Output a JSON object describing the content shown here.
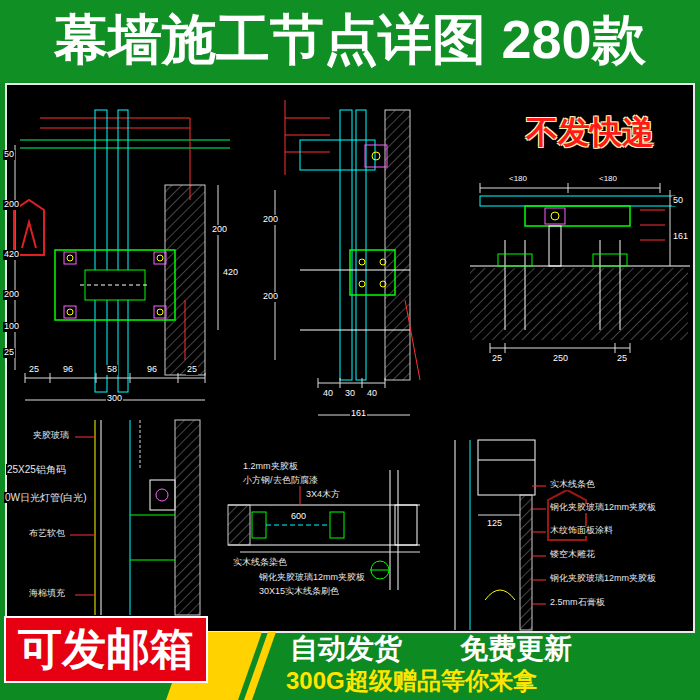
{
  "diagram": {
    "title": "幕墙施工节点详图 280款",
    "nodes": [
      {
        "text": [
          "不发快递"
        ]
      },
      {
        "text": [
          "可发邮箱"
        ]
      }
    ],
    "labels": [
      "25",
      "96",
      "58",
      "96",
      "25",
      "300",
      "50",
      "200",
      "420",
      "200",
      "100",
      "25",
      "200",
      "420",
      "200",
      "200",
      "40",
      "30",
      "40",
      "161",
      "<180",
      "<180",
      "25",
      "250",
      "25",
      "50",
      "161",
      "夹胶玻璃",
      "25X25铝角码",
      "0W日光灯管(白光)",
      "布艺软包",
      "海棉填充",
      "1.2mm夹胶板",
      "小方钢/去色防腐漆",
      "3X4木方",
      "600",
      "实木线条染色",
      "钢化夹胶玻璃12mm夹胶板",
      "30X15实木线条刷色",
      "125",
      "实木线条色",
      "钢化夹胶玻璃12mm夹胶板",
      "木纹饰面板涂料",
      "镂空木雕花",
      "钢化夹胶玻璃12mm夹胶板",
      "2.5mm石膏板",
      "自动发货",
      "免费更新",
      "300G超级赠品等你来拿"
    ]
  }
}
